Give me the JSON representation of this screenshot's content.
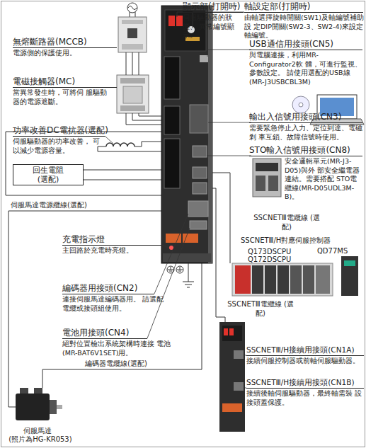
{
  "diagram": {
    "nodes": [
      {
        "text": [
          "回生電阻 (選配)"
        ]
      }
    ],
    "labels": [
      "顯示部(打開時)",
      "伺服驅動器的狀態、 異常編號顯示。",
      "軸設定部(打開時)",
      "由軸選擇旋轉開關(SW1)及軸編號補助設 定DIP開關(SW2-3、SW2-4)來設定軸編號。",
      "無熔斷路器(MCCB)",
      "電源側的保護使用。",
      "USB通信用接頭(CN5)",
      "與電腦連接，利用MR-Configurator2軟 體，可進行監視、參數設定。 請使用選配的USB線 (MR-J3USBCBL3M)",
      "電磁接觸器(MC)",
      "當異常發生時，可將伺 服驅動器的電源遮斷。",
      "輸出入信號用接頭(CN3)",
      "需要緊急停止入力、定位到達、電磁剎 車互鎖、故障信號時使用。",
      "功率改善DC電抗器(選配)",
      "伺服驅動器的功率改善， 可以減少電源容量。",
      "STO輸入信號用接頭(CN8)",
      "安全邏輯單元(MR-J3-D05)與外 部安全繼電器連結。需要搭配 STO電纜線(MR-D05UDL3M-B)。",
      "伺服馬達電源纜線(選配)",
      "SSCNETⅢ電纜線 (選配)",
      "充電指示燈",
      "主回路於充電時亮燈。",
      "SSCNETⅢ/H對應伺服控制器",
      "Q173DSCPU",
      "Q172DSCPU",
      "QD77MS",
      "編碼器用接頭(CN2)",
      "連接伺服馬達編碼器用。 請選配電纜或接頭組使用。",
      "SSCNETⅢ電纜線 (選配)",
      "電池用接頭(CN4)",
      "絕對位置檢出系統架構時連接 電池(MR-BAT6V1SET)用。",
      "SSCNETⅢ/H接續用接頭(CN1A)",
      "接續伺服控制器或前軸伺服驅動器。",
      "編碼器電纜線(選配)",
      "SSCNETⅢ/H接續用接頭(CN1B)",
      "接續後軸伺服驅動器，最終軸需裝 設接頭蓋保護。",
      "伺服馬達",
      "(照片為HG-KR053)"
    ]
  }
}
